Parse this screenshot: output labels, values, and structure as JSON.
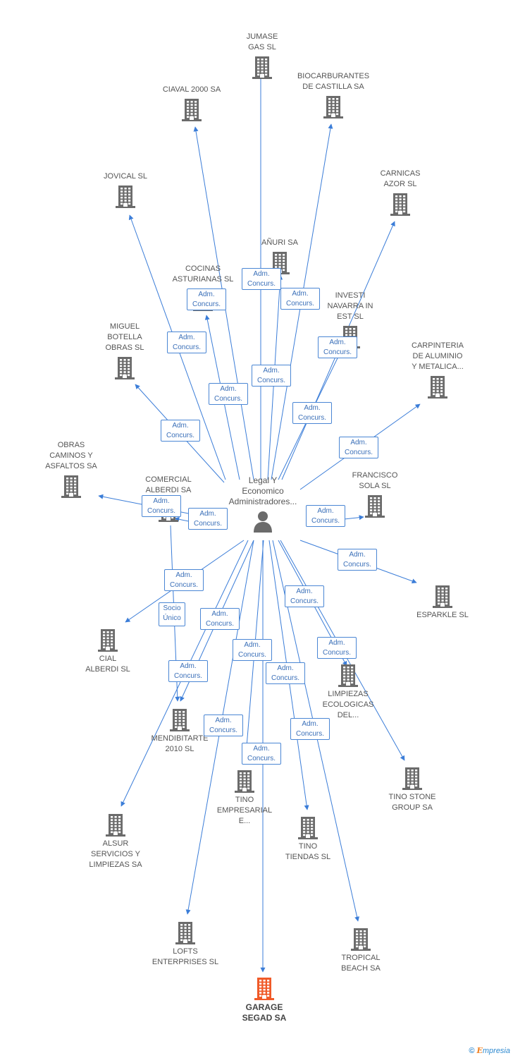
{
  "colors": {
    "edge": "#3b7dd8",
    "node": "#6b6b6b",
    "highlight": "#f05a28",
    "badge_border": "#4a86d4",
    "badge_text": "#3a6fb8"
  },
  "center": {
    "label": "Legal Y\nEconomico\nAdministradores...",
    "icon": "person-icon"
  },
  "nodes": [
    {
      "id": "jumase",
      "label": "JUMASE\nGAS SL"
    },
    {
      "id": "ciaval",
      "label": "CIAVAL 2000 SA"
    },
    {
      "id": "biocarburantes",
      "label": "BIOCARBURANTES\nDE CASTILLA SA"
    },
    {
      "id": "jovical",
      "label": "JOVICAL SL"
    },
    {
      "id": "carnicas",
      "label": "CARNICAS\nAZOR SL"
    },
    {
      "id": "anuri",
      "label": "AÑURI SA"
    },
    {
      "id": "cocinas",
      "label": "COCINAS\nASTURIANAS SL"
    },
    {
      "id": "investi",
      "label": "INVESTI\nNAVARRA IN\nEST SL"
    },
    {
      "id": "miguel",
      "label": "MIGUEL\nBOTELLA\nOBRAS SL"
    },
    {
      "id": "carpinteria",
      "label": "CARPINTERIA\nDE ALUMINIO\nY METALICA..."
    },
    {
      "id": "obras",
      "label": "OBRAS\nCAMINOS Y\nASFALTOS SA"
    },
    {
      "id": "comercial",
      "label": "COMERCIAL\nALBERDI SA"
    },
    {
      "id": "francisco",
      "label": "FRANCISCO\nSOLA SL"
    },
    {
      "id": "esparkle",
      "label": "ESPARKLE SL"
    },
    {
      "id": "cial",
      "label": "CIAL\nALBERDI SL"
    },
    {
      "id": "limpiezas",
      "label": "LIMPIEZAS\nECOLOGICAS\nDEL..."
    },
    {
      "id": "mendibitarte",
      "label": "MENDIBITARTE\n2010 SL"
    },
    {
      "id": "tinostone",
      "label": "TINO STONE\nGROUP SA"
    },
    {
      "id": "tinoempresarial",
      "label": "TINO\nEMPRESARIAL\nE..."
    },
    {
      "id": "alsur",
      "label": "ALSUR\nSERVICIOS Y\nLIMPIEZAS SA"
    },
    {
      "id": "tinotiendas",
      "label": "TINO\nTIENDAS SL"
    },
    {
      "id": "lofts",
      "label": "LOFTS\nENTERPRISES SL"
    },
    {
      "id": "tropical",
      "label": "TROPICAL\nBEACH SA"
    },
    {
      "id": "garage",
      "label": "GARAGE\nSEGAD SA",
      "highlight": true
    }
  ],
  "badges": [
    {
      "label": "Adm.\nConcurs."
    },
    {
      "label": "Adm.\nConcurs."
    },
    {
      "label": "Adm.\nConcurs."
    },
    {
      "label": "Adm.\nConcurs."
    },
    {
      "label": "Adm.\nConcurs."
    },
    {
      "label": "Adm.\nConcurs."
    },
    {
      "label": "Adm.\nConcurs."
    },
    {
      "label": "Adm.\nConcurs."
    },
    {
      "label": "Adm.\nConcurs."
    },
    {
      "label": "Adm.\nConcurs."
    },
    {
      "label": "Adm.\nConcurs."
    },
    {
      "label": "Adm.\nConcurs."
    },
    {
      "label": "Adm.\nConcurs."
    },
    {
      "label": "Adm.\nConcurs."
    },
    {
      "label": "Socio\nÚnico"
    },
    {
      "label": "Adm.\nConcurs."
    },
    {
      "label": "Adm.\nConcurs."
    },
    {
      "label": "Adm.\nConcurs."
    },
    {
      "label": "Adm.\nConcurs."
    },
    {
      "label": "Adm.\nConcurs."
    },
    {
      "label": "Adm.\nConcurs."
    },
    {
      "label": "Adm.\nConcurs."
    },
    {
      "label": "Adm.\nConcurs."
    },
    {
      "label": "Adm.\nConcurs."
    },
    {
      "label": "Adm.\nConcurs."
    }
  ],
  "footer": {
    "copyright": "©",
    "brand_first": "E",
    "brand_rest": "mpresia"
  }
}
